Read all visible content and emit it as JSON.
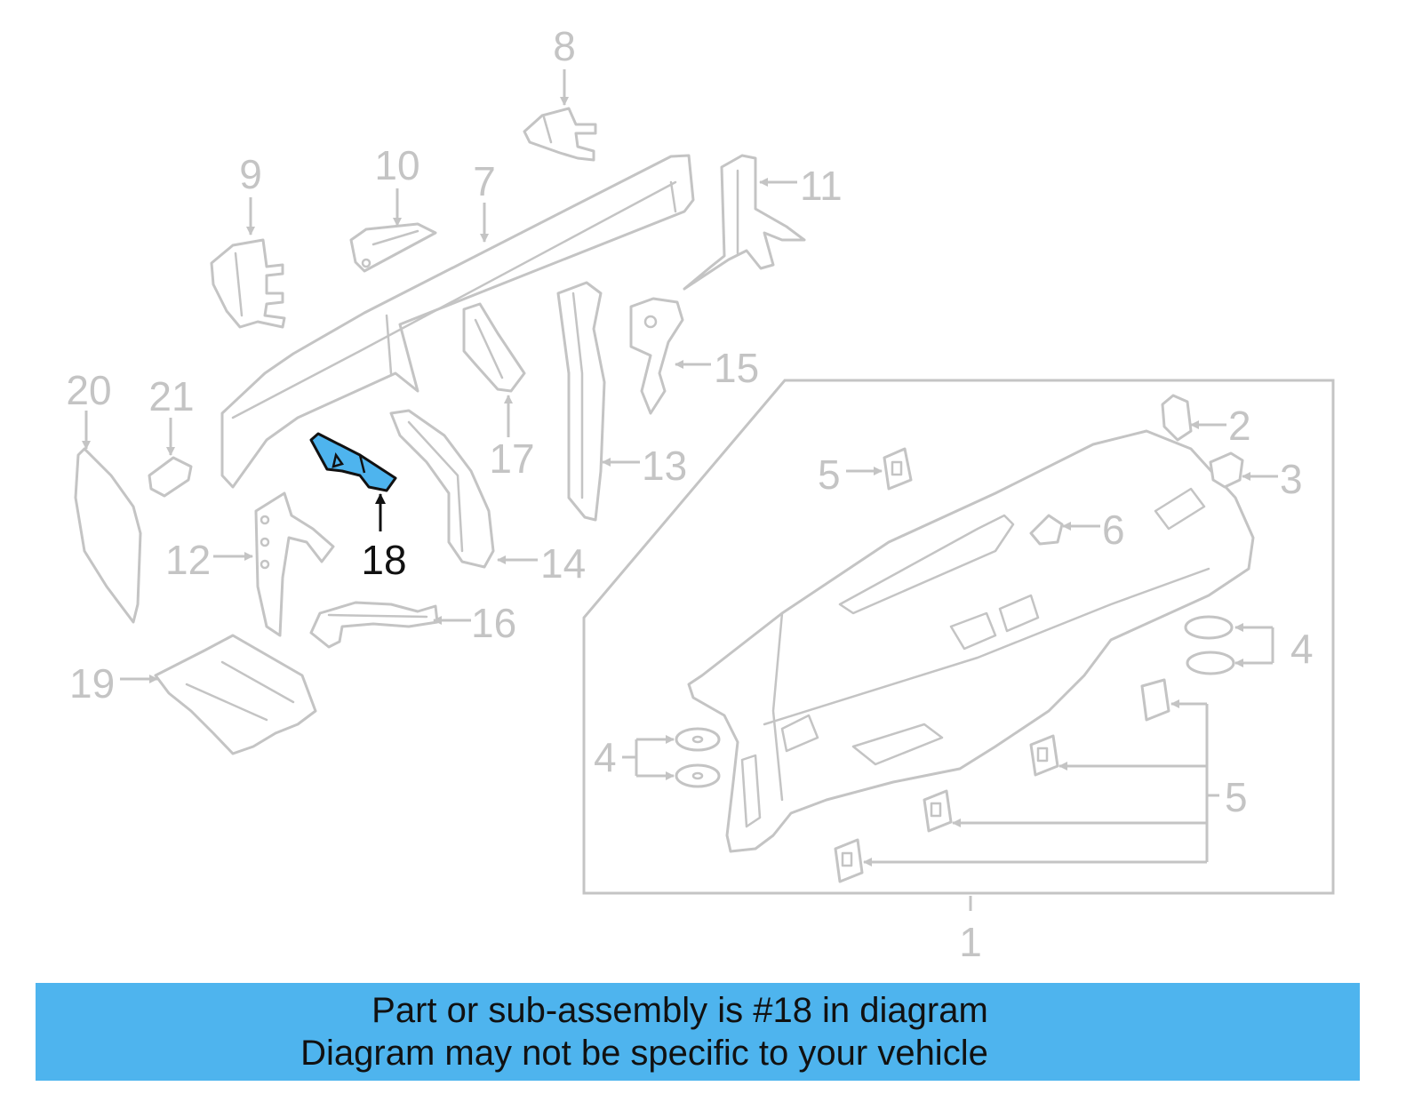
{
  "diagram": {
    "labels": {
      "p1": "1",
      "p2": "2",
      "p3": "3",
      "p4a": "4",
      "p4b": "4",
      "p5a": "5",
      "p5b": "5",
      "p6": "6",
      "p7": "7",
      "p8": "8",
      "p9": "9",
      "p10": "10",
      "p11": "11",
      "p12": "12",
      "p13": "13",
      "p14": "14",
      "p15": "15",
      "p16": "16",
      "p17": "17",
      "p18": "18",
      "p19": "19",
      "p20": "20",
      "p21": "21"
    },
    "highlighted_part": "18",
    "colors": {
      "highlight": "#4eb4ee",
      "line": "#c4c4c4",
      "text_dark": "#111111"
    }
  },
  "banner": {
    "line1": "Part or sub-assembly is #18 in diagram",
    "line2": "Diagram may not be specific to your vehicle",
    "color": "#4eb4ee"
  }
}
